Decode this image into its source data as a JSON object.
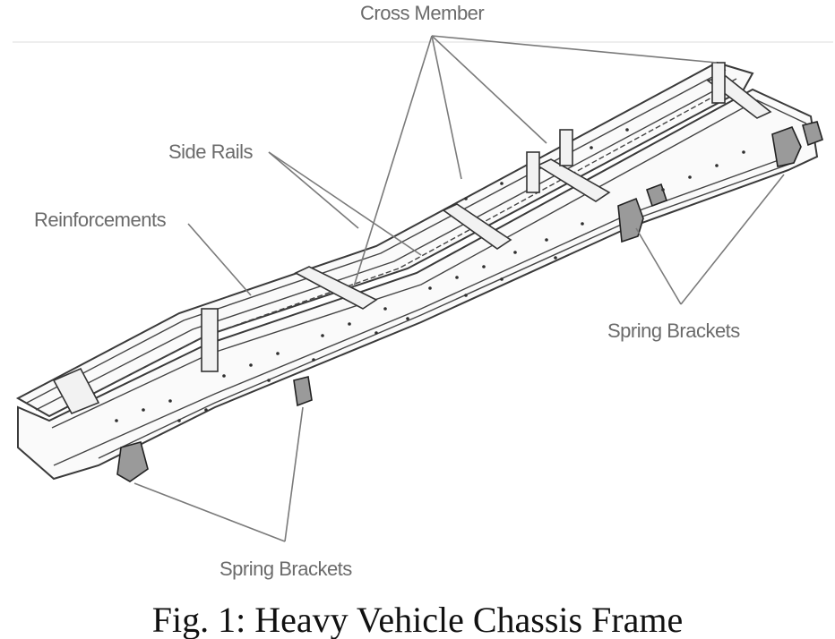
{
  "labels": {
    "cross_member": "Cross Member",
    "side_rails": "Side Rails",
    "reinforcements": "Reinforcements",
    "spring_brackets_right": "Spring Brackets",
    "spring_brackets_bottom": "Spring Brackets"
  },
  "caption": "Fig. 1: Heavy Vehicle Chassis Frame"
}
